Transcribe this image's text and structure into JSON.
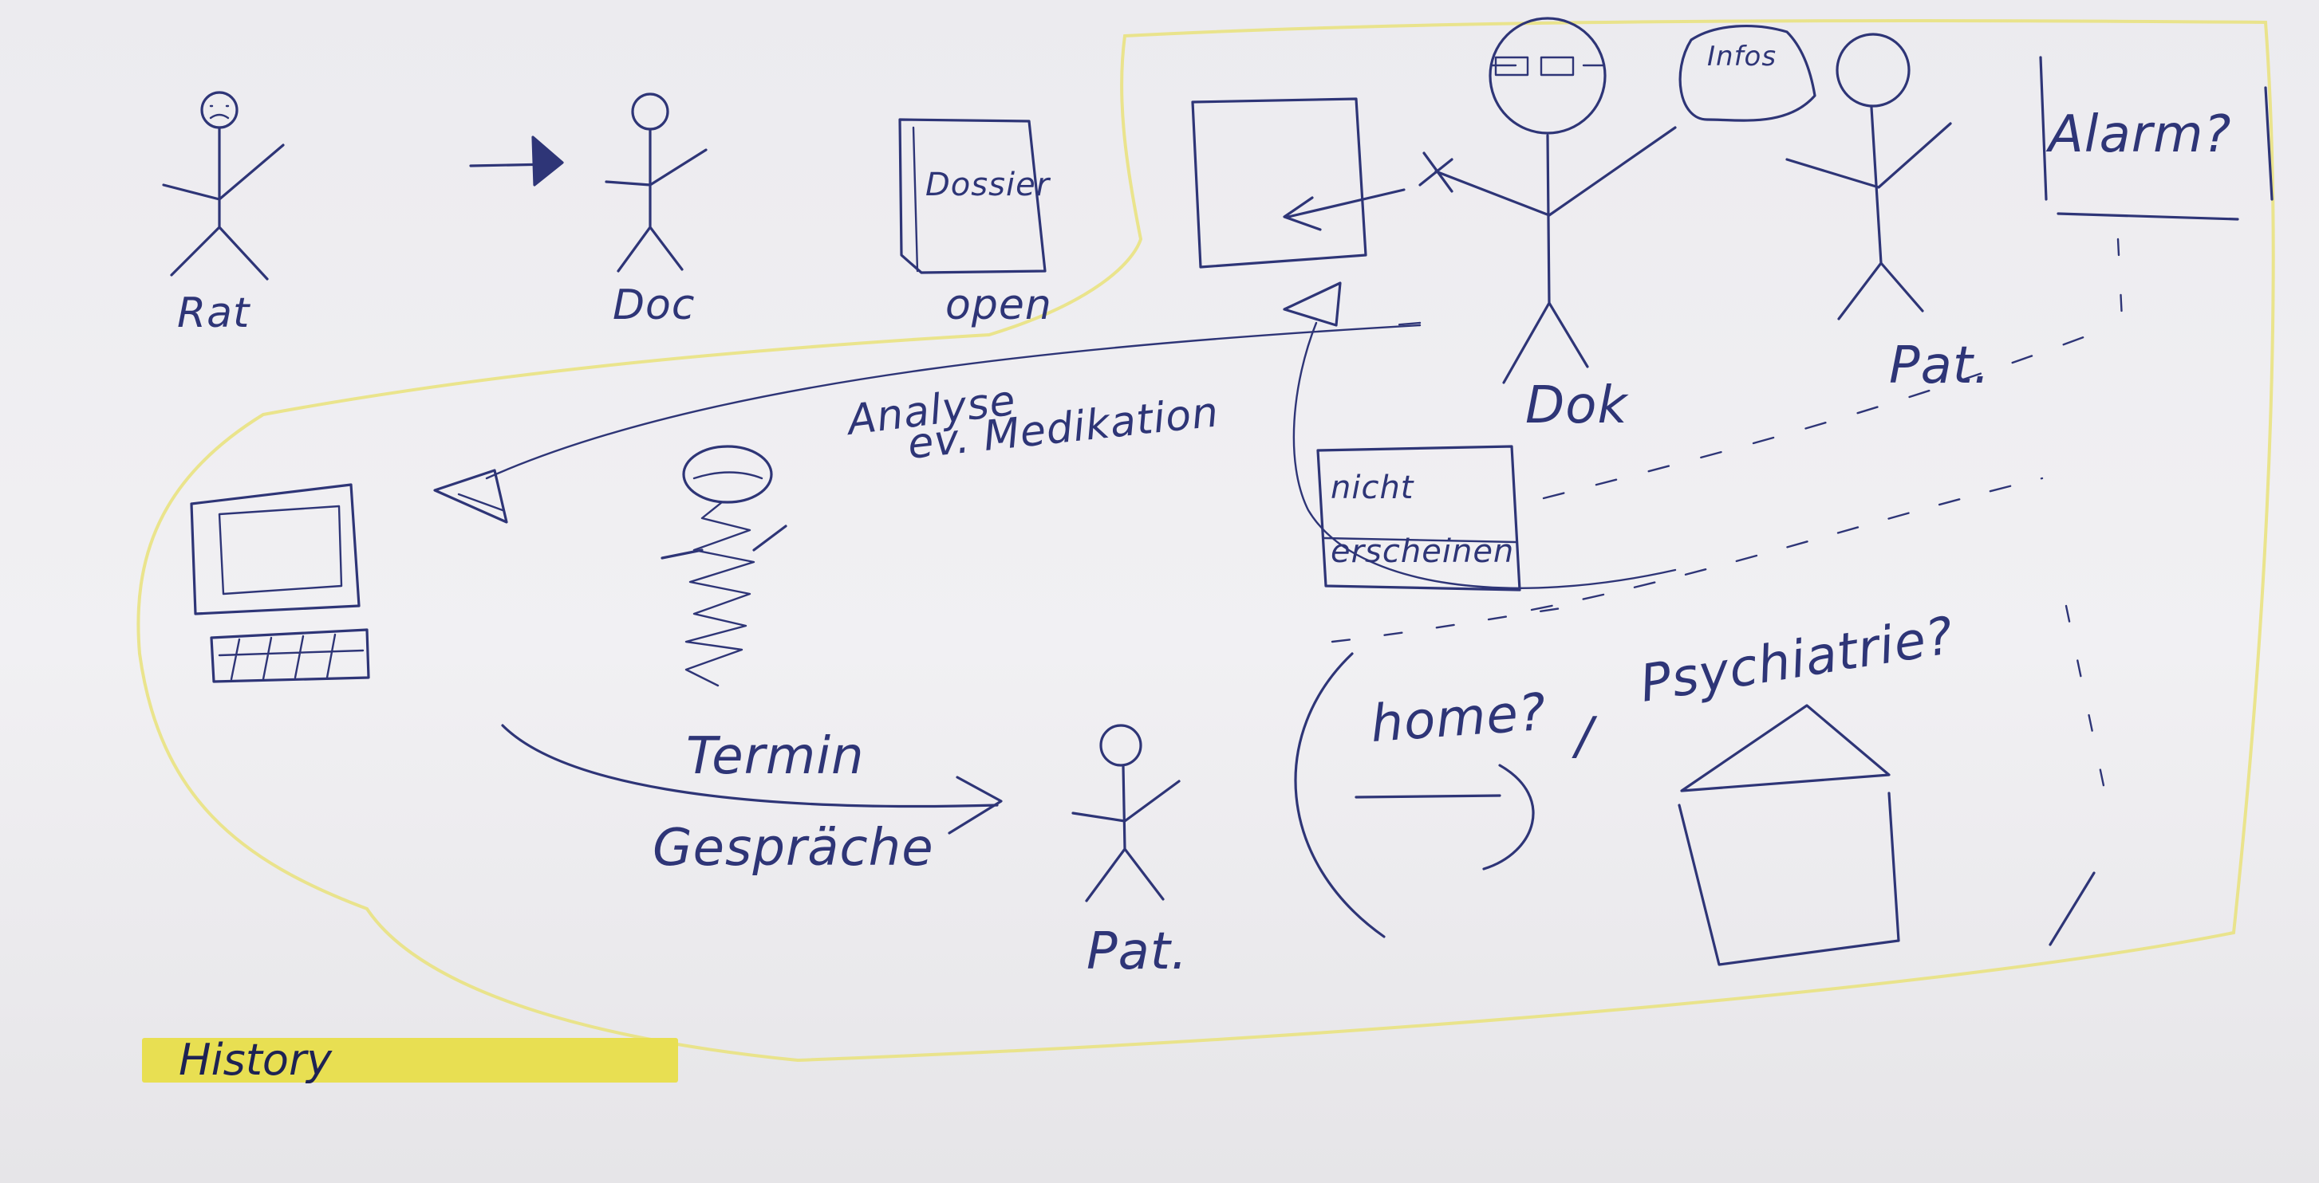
{
  "sketch": {
    "labels": {
      "rat": "Rat",
      "doc": "Doc",
      "dossier": "Dossier",
      "open": "open",
      "infos": "Infos",
      "alarm": "Alarm?",
      "dok": "Dok",
      "pat_top": "Pat.",
      "analyse": "Analyse",
      "medikation": "ev. Medikation",
      "nicht": "nicht",
      "erscheinen": "erscheinen",
      "termin": "Termin",
      "gespraeche": "Gespräche",
      "pat_bottom": "Pat.",
      "home": "home?",
      "slash": "/",
      "psychiatrie": "Psychiatrie?",
      "history": "History"
    },
    "colors": {
      "ink": "#2e3577",
      "highlighter": "#e8df52",
      "paper": "#f0eff2"
    },
    "icons": [
      "stick-figure-icon",
      "document-icon",
      "computer-icon",
      "house-icon",
      "speech-bubble-icon",
      "arrow-icon"
    ]
  }
}
